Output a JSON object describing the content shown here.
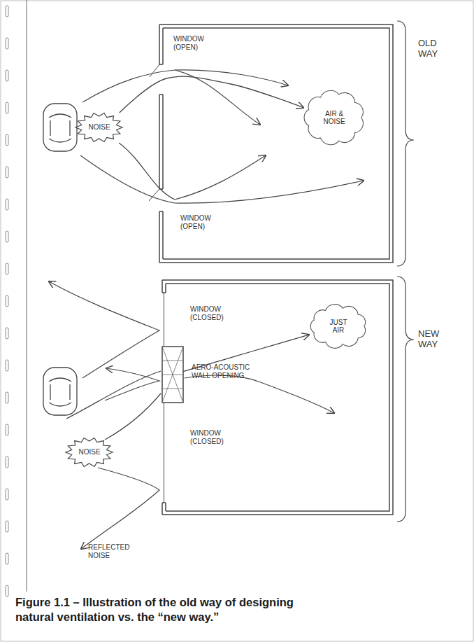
{
  "diagram": {
    "caption": "Figure 1.1 – Illustration of the old way of designing natural ventilation vs. the “new way.”",
    "nodes": [
      {
        "text": [
          "NOISE"
        ]
      },
      {
        "text": [
          "AIR & NOISE"
        ]
      },
      {
        "text": [
          "AERO-ACOUSTIC WALL OPENING"
        ]
      },
      {
        "text": [
          "NOISE"
        ]
      },
      {
        "text": [
          "JUST AIR"
        ]
      }
    ],
    "edges": [
      {
        "from": 0,
        "to": 1,
        "arrow": "to"
      },
      {
        "from": 2,
        "to": 4,
        "arrow": "to"
      }
    ],
    "labels": [
      "WINDOW (OPEN)",
      "WINDOW (OPEN)",
      "OLD WAY",
      "WINDOW (CLOSED)",
      "WINDOW (CLOSED)",
      "NEW WAY",
      "REFLECTED NOISE"
    ]
  }
}
